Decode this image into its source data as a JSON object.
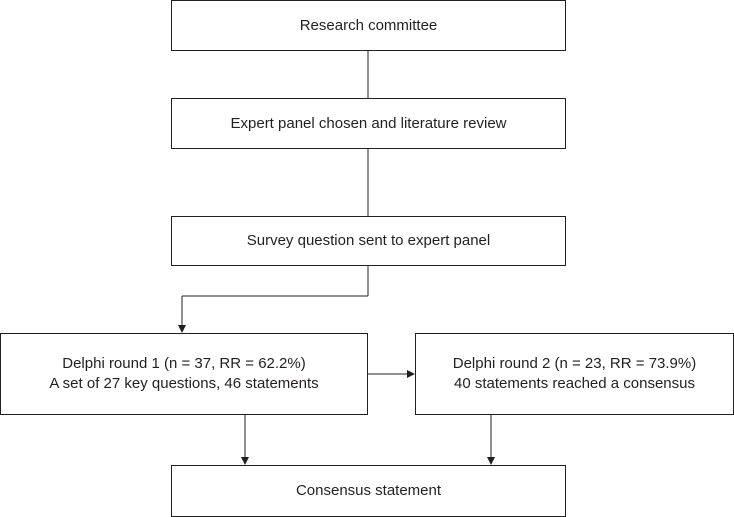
{
  "nodes": {
    "research_committee": {
      "label": "Research committee"
    },
    "expert_panel": {
      "label": "Expert panel chosen and literature review"
    },
    "survey_question": {
      "label": "Survey question sent to expert panel"
    },
    "delphi_round_1": {
      "line1": "Delphi round 1 (n = 37, RR = 62.2%)",
      "line2": "A set of 27 key questions, 46 statements"
    },
    "delphi_round_2": {
      "line1": "Delphi round 2 (n = 23, RR = 73.9%)",
      "line2": "40 statements reached a consensus"
    },
    "consensus_statement": {
      "label": "Consensus statement"
    }
  },
  "edges": [
    {
      "from": "research_committee",
      "to": "expert_panel",
      "arrow": false
    },
    {
      "from": "expert_panel",
      "to": "survey_question",
      "arrow": false
    },
    {
      "from": "survey_question",
      "to": "delphi_round_1",
      "arrow": true
    },
    {
      "from": "delphi_round_1",
      "to": "delphi_round_2",
      "arrow": true
    },
    {
      "from": "delphi_round_1",
      "to": "consensus_statement",
      "arrow": true
    },
    {
      "from": "delphi_round_2",
      "to": "consensus_statement",
      "arrow": true
    }
  ],
  "colors": {
    "stroke": "#231f20",
    "background": "#ffffff"
  }
}
